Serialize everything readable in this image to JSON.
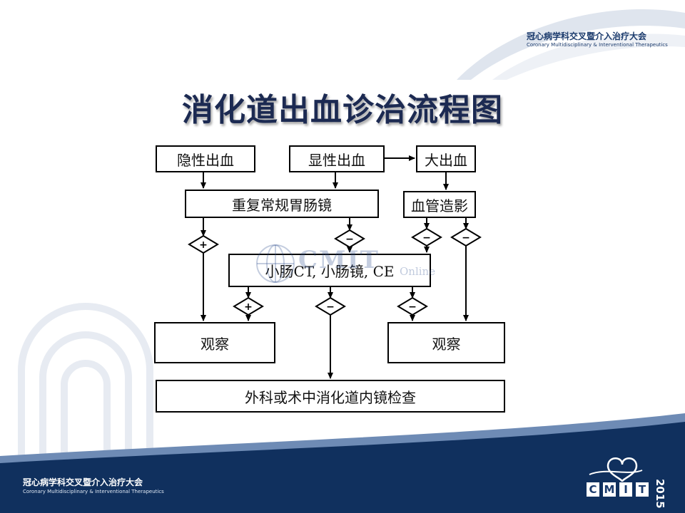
{
  "header": {
    "org_cn": "冠心病学科交叉暨介入治疗大会",
    "org_en": "Coronary Multidisciplinary & Interventional Therapeutics"
  },
  "slide": {
    "title": "消化道出血诊治流程图"
  },
  "diagram": {
    "nodes": {
      "occult": "隐性出血",
      "overt": "显性出血",
      "massive": "大出血",
      "endoscopy": "重复常规胃肠镜",
      "angio": "血管造影",
      "small_bowel": "小肠CT, 小肠镜, CE",
      "observe_left": "观察",
      "observe_right": "观察",
      "surgery": "外科或术中消化道内镜检查"
    },
    "decisions": {
      "d1": "+",
      "d2": "−",
      "d3": "−",
      "d4": "−",
      "d5": "+",
      "d6": "−",
      "d7": "−"
    },
    "watermark": {
      "text": "CMIT",
      "suffix": "Online"
    }
  },
  "footer": {
    "org_cn": "冠心病学科交叉暨介入治疗大会",
    "org_en": "Coronary Multidisciplinary & Interventional Therapeutics",
    "logo_letters": [
      "C",
      "M",
      "I",
      "T"
    ],
    "logo_year": "2015"
  },
  "colors": {
    "navy": "#1a3a6c",
    "footer_band": "#10305e",
    "title": "#1c2a52"
  }
}
